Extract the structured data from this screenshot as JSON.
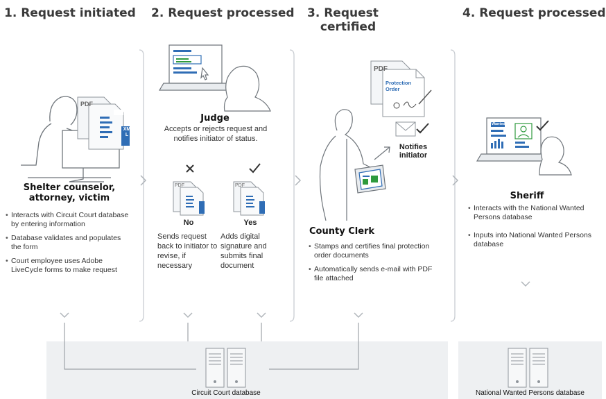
{
  "steps": [
    {
      "title": "1. Request initiated"
    },
    {
      "title": "2. Request processed"
    },
    {
      "title_line1": "3. Request",
      "title_line2": "certified"
    },
    {
      "title": "4. Request processed"
    }
  ],
  "shelter": {
    "role_line1": "Shelter counselor,",
    "role_line2": "attorney, victim",
    "bullets": [
      "Interacts with Circuit Court database by entering information",
      "Database validates and populates the form",
      "Court employee uses Adobe LiveCycle forms to make request"
    ],
    "doc_tag": "PDF",
    "xml_tag": "XML"
  },
  "judge": {
    "role": "Judge",
    "desc": "Accepts or rejects request and notifies initiator of status.",
    "no_label": "No",
    "yes_label": "Yes",
    "no_desc": "Sends request back to initiator to revise, if necessary",
    "yes_desc": "Adds digital signature and submits final document",
    "doc_tag": "PDF"
  },
  "clerk": {
    "role": "County Clerk",
    "bullets": [
      "Stamps and certifies final protection order documents",
      "Automatically sends e-mail with PDF file attached"
    ],
    "notifies_line1": "Notifies",
    "notifies_line2": "initiator",
    "doc_tag": "PDF",
    "order_line1": "Protection",
    "order_line2": "Order"
  },
  "sheriff": {
    "role": "Sheriff",
    "bullets": [
      "Interacts with the National Wanted Persons database",
      "Inputs into National Wanted Persons database"
    ],
    "screen_tag": "Wanted"
  },
  "databases": {
    "circuit": "Circuit Court database",
    "national": "National Wanted Persons database"
  },
  "colors": {
    "panel": "#eef0f2",
    "blue": "#2f6db5",
    "green": "#2e9a3e",
    "line": "#b9bec4"
  }
}
